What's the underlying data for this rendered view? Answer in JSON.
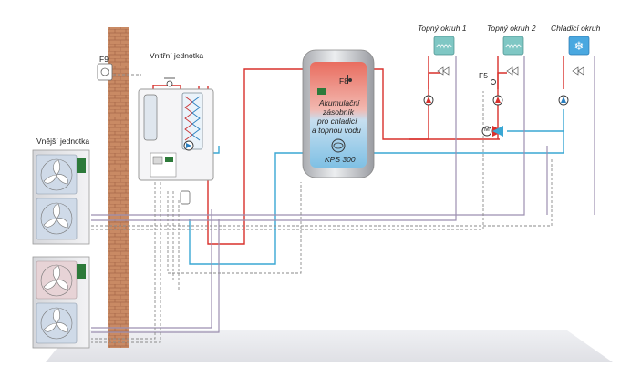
{
  "labels": {
    "f9": "F9",
    "indoor_unit": "Vnitřní jednotka",
    "outdoor_unit": "Vnější jednotka",
    "f8": "F8",
    "tank_line1": "Akumulační",
    "tank_line2": "zásobník",
    "tank_line3": "pro chladicí",
    "tank_line4": "a topnou vodu",
    "tank_model": "KPS 300",
    "f5": "F5",
    "circuit1": "Topný okruh 1",
    "circuit2": "Topný okruh 2",
    "cooling_circuit": "Chladicí okruh",
    "mixer": "M"
  },
  "colors": {
    "hot_pipe": "#d9302c",
    "cold_pipe": "#3aa7d4",
    "cable": "#8a8a8a",
    "return_pipe": "#9c8fb0",
    "wall": "#c98a64",
    "floor": "#e8e8ec",
    "tank": "#c8c9cd"
  }
}
